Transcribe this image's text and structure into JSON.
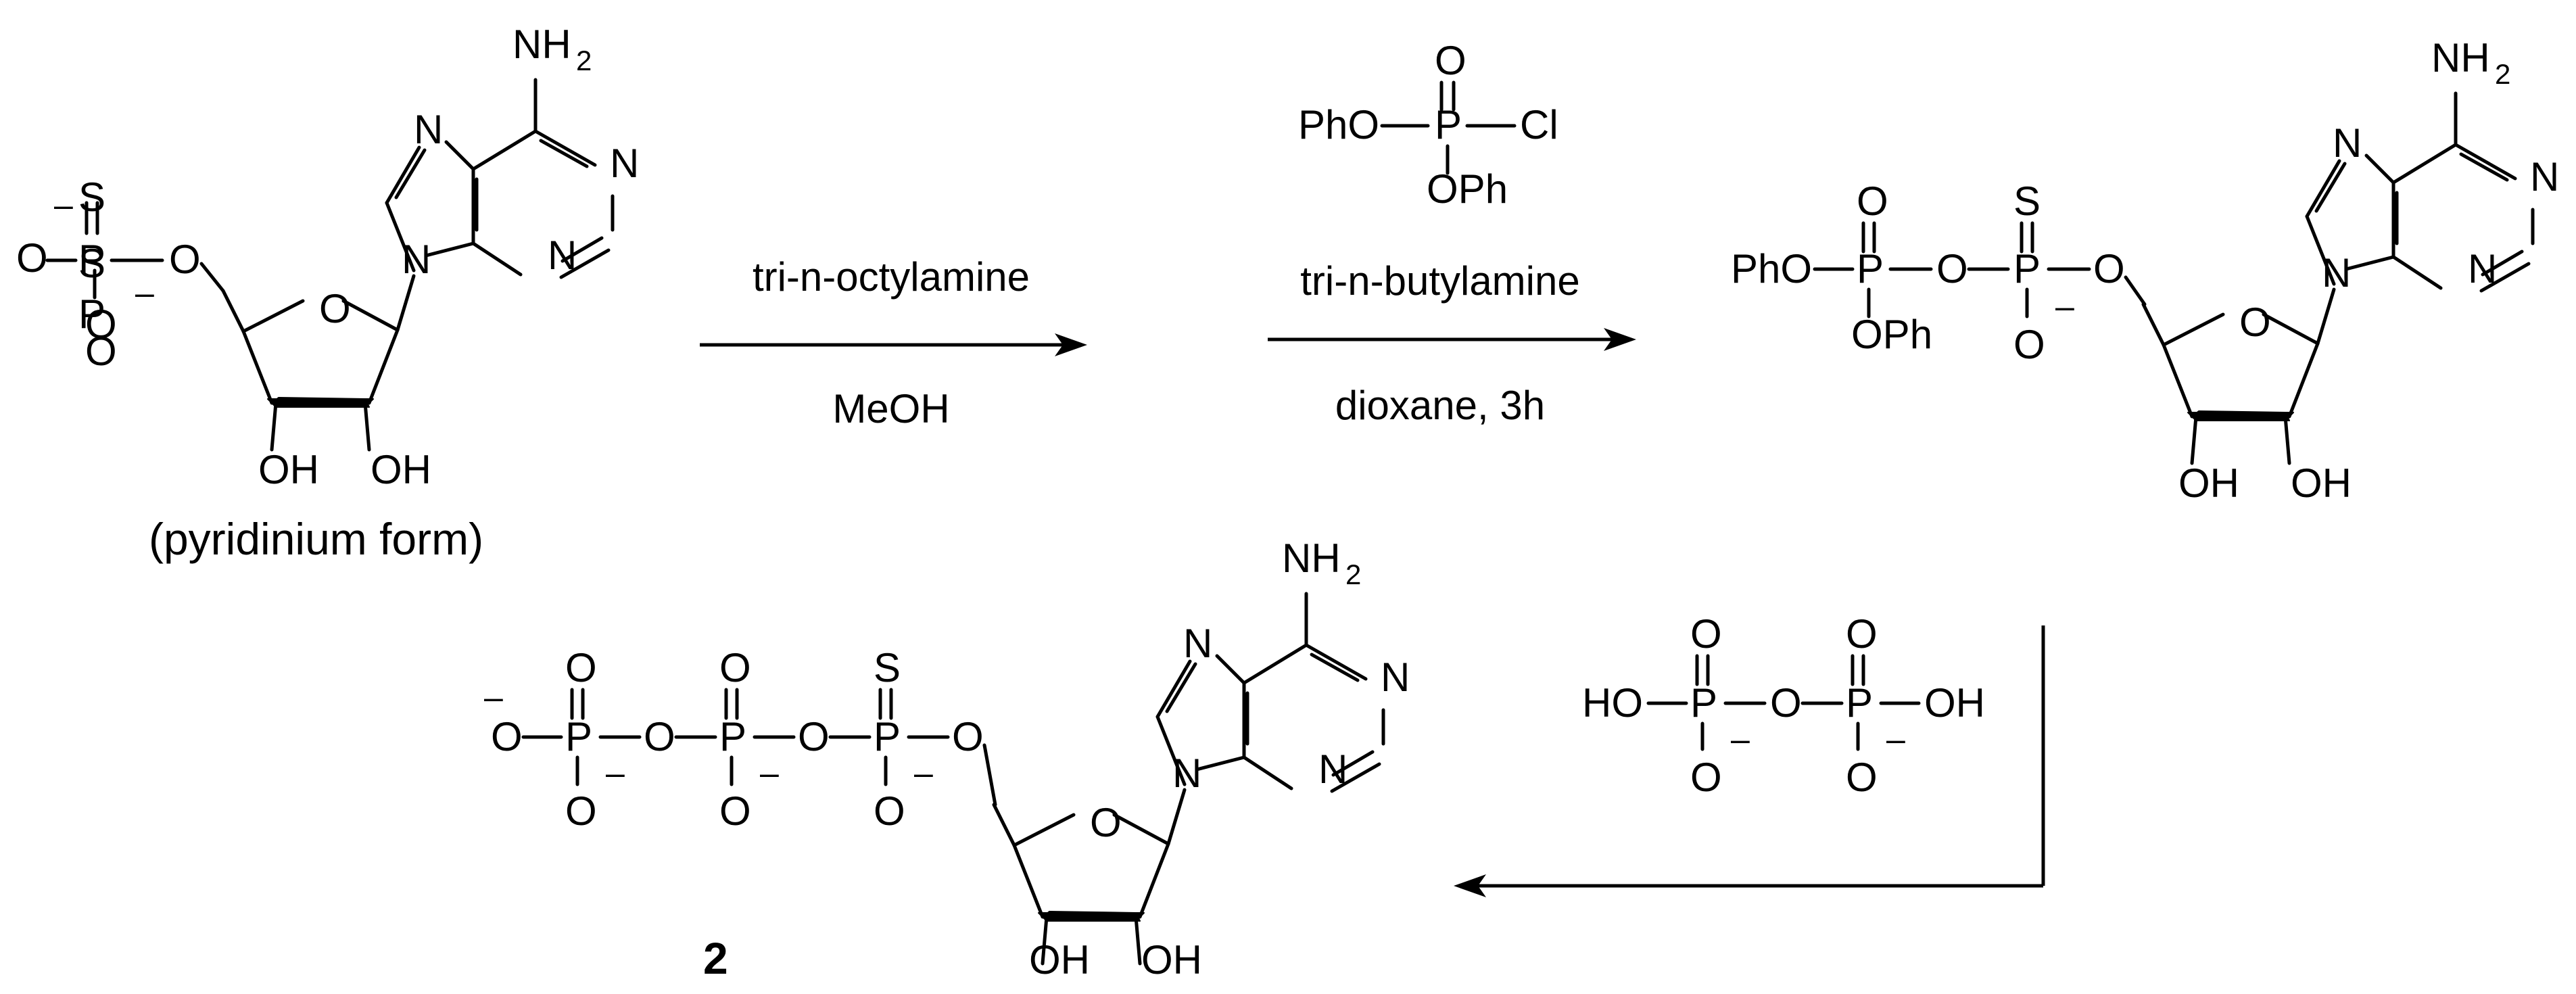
{
  "atoms": {
    "S": "S",
    "P": "P",
    "O": "O",
    "N": "N",
    "NH": "NH",
    "two": "2",
    "OH": "OH",
    "HO": "HO",
    "Cl": "Cl",
    "PhO": "PhO",
    "OPh": "OPh",
    "minus": "–"
  },
  "labels": {
    "pyridinium": "(pyridinium form)",
    "compound": "2"
  },
  "conditions": {
    "step1_above": "tri-n-octylamine",
    "step1_below": "MeOH",
    "step2_below_top": "tri-n-butylamine",
    "step2_below_bottom": "dioxane, 3h"
  }
}
